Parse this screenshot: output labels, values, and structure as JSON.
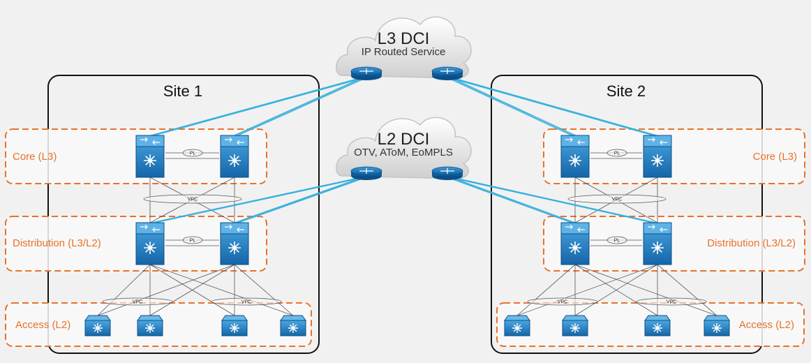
{
  "clouds": {
    "l3": {
      "title": "L3 DCI",
      "subtitle": "IP Routed Service"
    },
    "l2": {
      "title": "L2 DCI",
      "subtitle": "OTV, AToM, EoMPLS"
    }
  },
  "sites": {
    "site1": {
      "title": "Site 1",
      "layers": {
        "core": "Core (L3)",
        "distribution": "Distribution (L3/L2)",
        "access": "Access (L2)"
      }
    },
    "site2": {
      "title": "Site 2",
      "layers": {
        "core": "Core (L3)",
        "distribution": "Distribution (L3/L2)",
        "access": "Access (L2)"
      }
    }
  },
  "link_labels": {
    "peer_link": "PL",
    "vpc": "VPC"
  },
  "colors": {
    "device_blue": "#1e7fc3",
    "dci_link": "#38b0dc",
    "layer_border": "#e8722a",
    "site_border": "#111111",
    "background": "#f1f1f1"
  }
}
